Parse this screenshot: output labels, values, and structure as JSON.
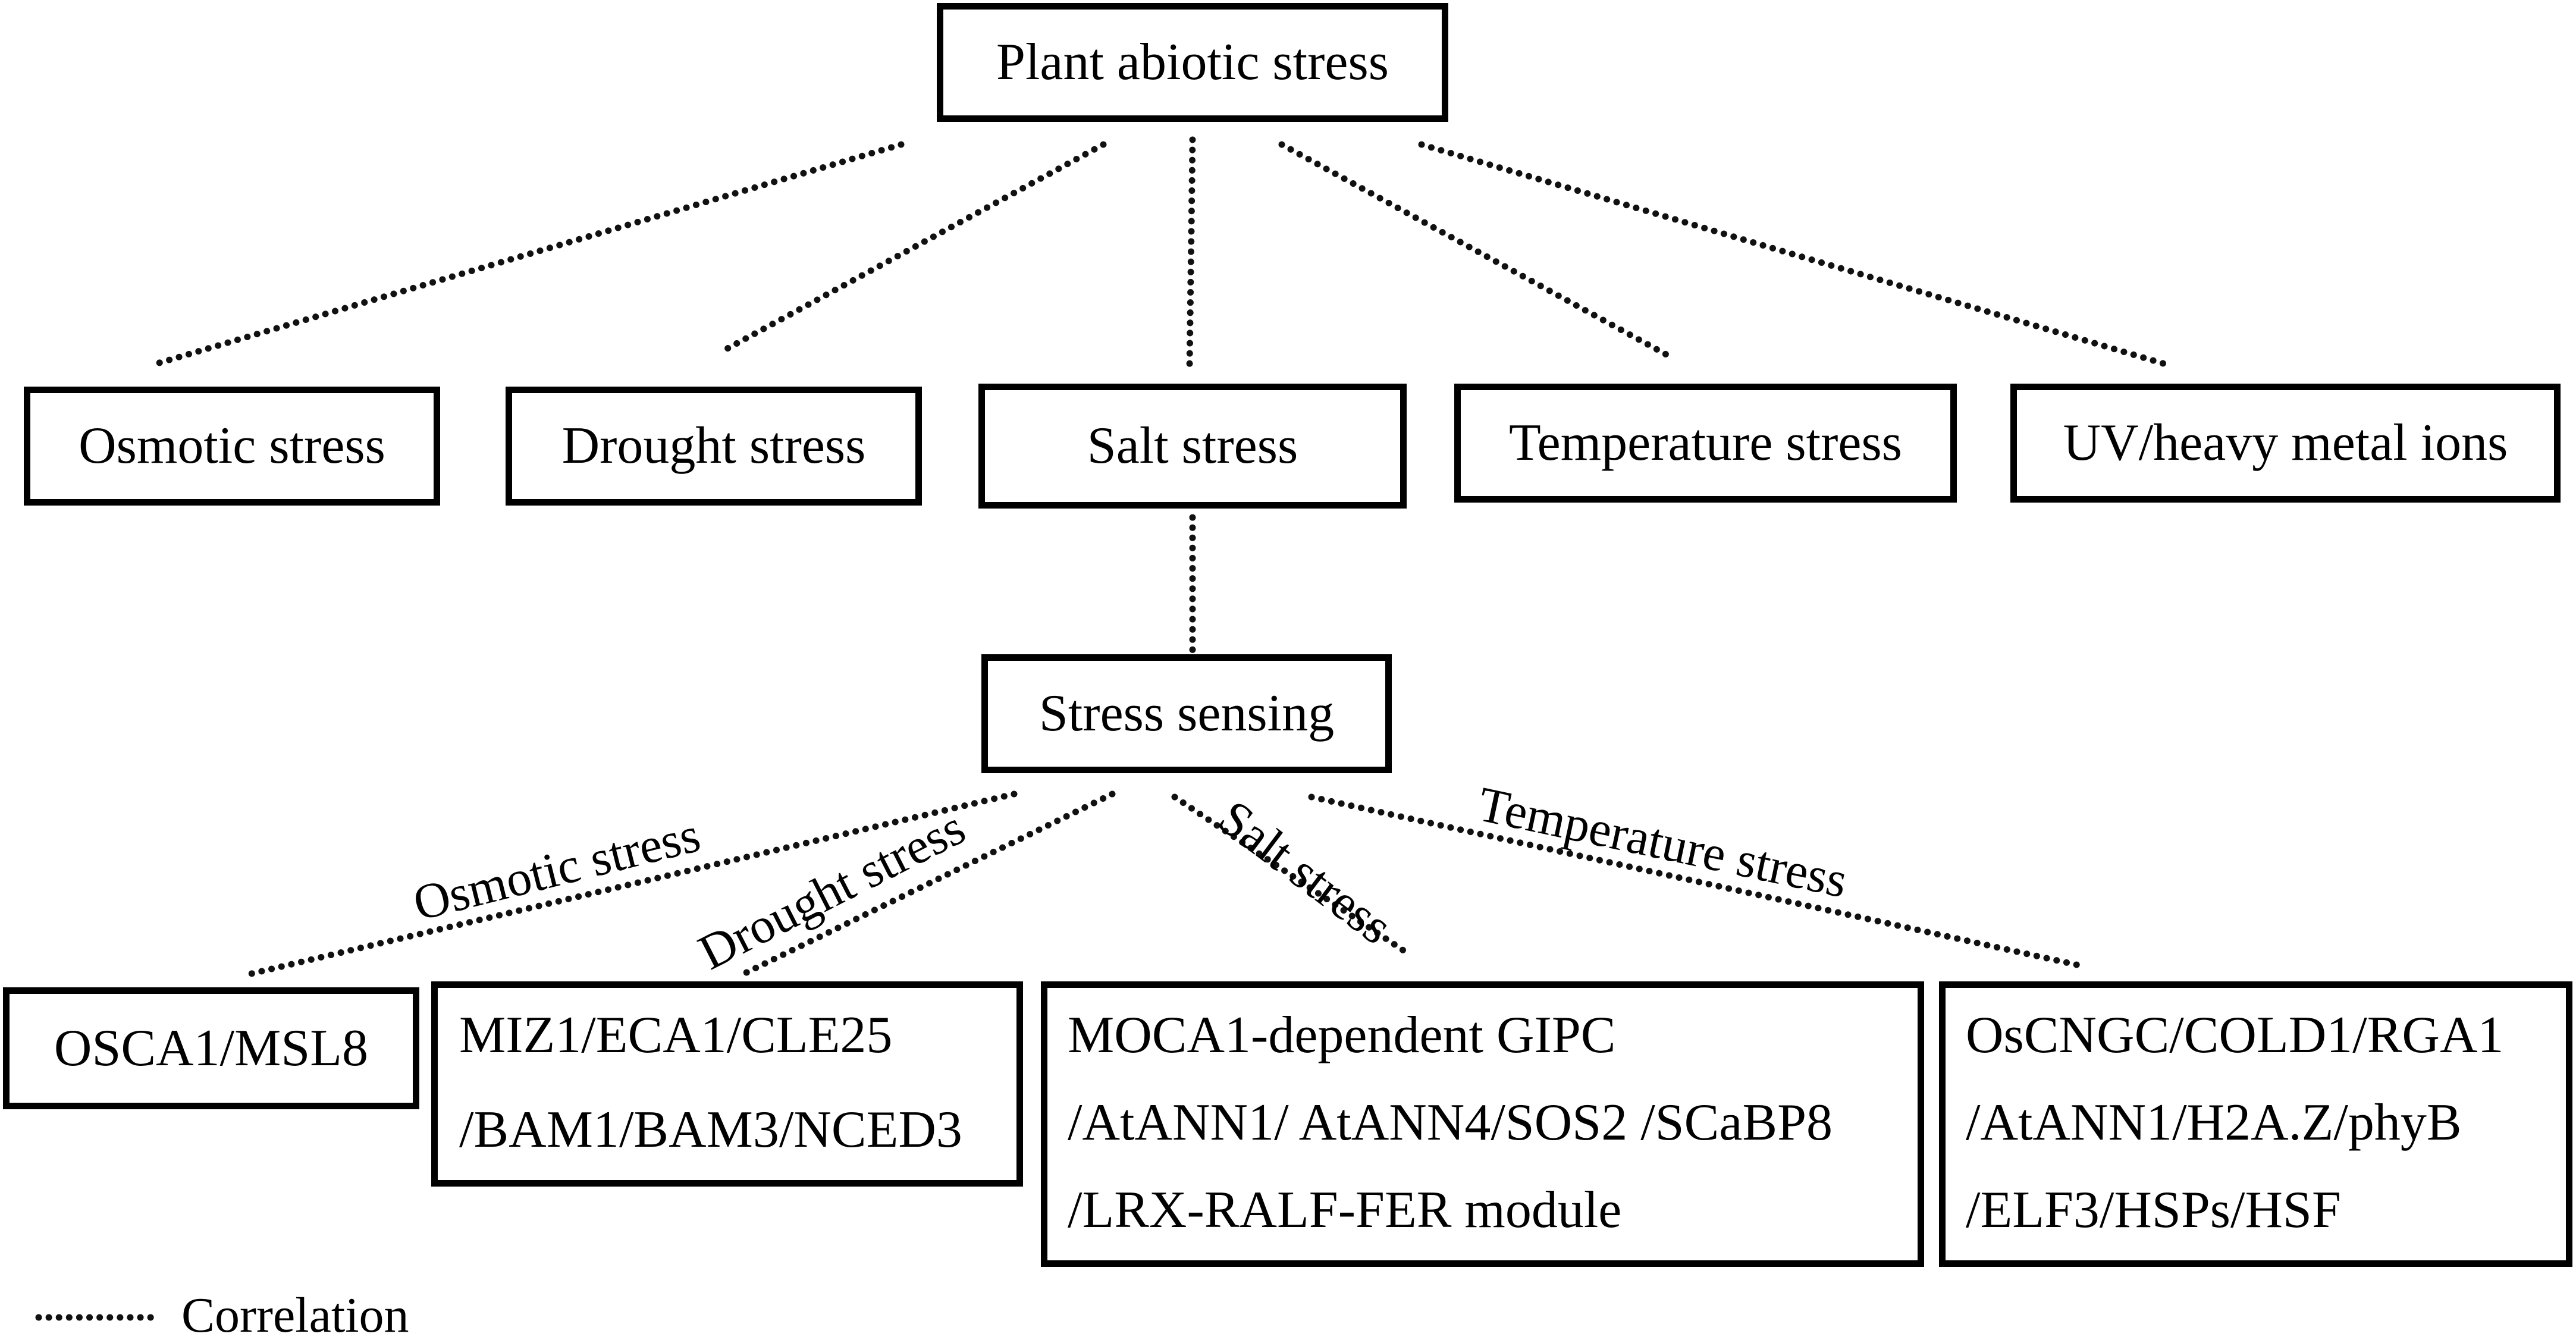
{
  "root": {
    "label": "Plant abiotic stress"
  },
  "stress_types": [
    {
      "id": "osmotic",
      "label": "Osmotic stress"
    },
    {
      "id": "drought",
      "label": "Drought stress"
    },
    {
      "id": "salt",
      "label": "Salt stress"
    },
    {
      "id": "temperature",
      "label": "Temperature stress"
    },
    {
      "id": "uv",
      "label": "UV/heavy metal ions"
    }
  ],
  "sensing": {
    "label": "Stress sensing"
  },
  "edge_labels": {
    "osmotic": "Osmotic stress",
    "drought": "Drought stress",
    "salt": "Salt stress",
    "temperature": "Temperature stress"
  },
  "sensors": {
    "osmotic": {
      "lines": [
        "OSCA1/MSL8"
      ]
    },
    "drought": {
      "lines": [
        "MIZ1/ECA1/CLE25",
        "/BAM1/BAM3/NCED3"
      ]
    },
    "salt": {
      "lines": [
        "MOCA1-dependent GIPC",
        "/AtANN1/ AtANN4/SOS2 /SCaBP8",
        "/LRX-RALF-FER module"
      ]
    },
    "temperature": {
      "lines": [
        "OsCNGC/COLD1/RGA1",
        "/AtANN1/H2A.Z/phyB",
        "/ELF3/HSPs/HSF"
      ]
    }
  },
  "legend": {
    "label": "Correlation"
  }
}
